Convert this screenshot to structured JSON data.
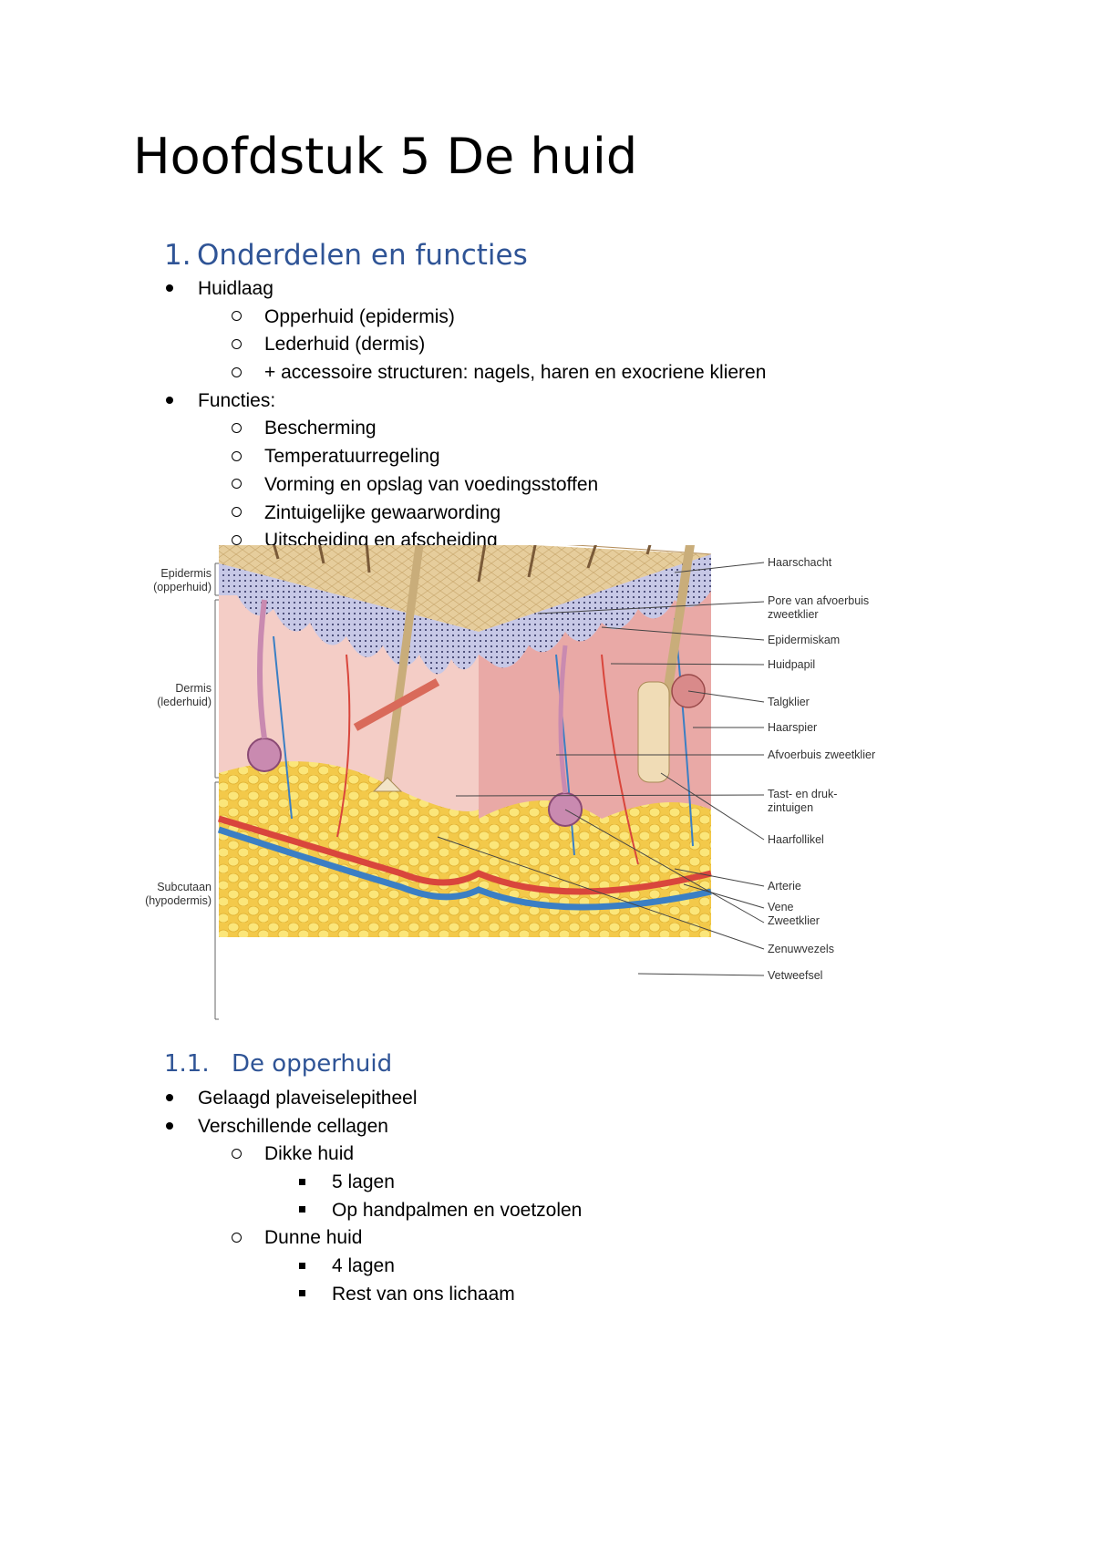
{
  "title": "Hoofdstuk 5 De huid",
  "section1": {
    "number": "1.",
    "heading": "Onderdelen en functies",
    "items": [
      {
        "text": "Huidlaag",
        "level": 1
      },
      {
        "text": "Opperhuid (epidermis)",
        "level": 2
      },
      {
        "text": "Lederhuid (dermis)",
        "level": 2
      },
      {
        "text": "+ accessoire structuren: nagels, haren en exocriene klieren",
        "level": 2
      },
      {
        "text": "Functies:",
        "level": 1
      },
      {
        "text": "Bescherming",
        "level": 2
      },
      {
        "text": "Temperatuurregeling",
        "level": 2
      },
      {
        "text": "Vorming en opslag van voedingsstoffen",
        "level": 2
      },
      {
        "text": "Zintuigelijke gewaarwording",
        "level": 2
      },
      {
        "text": "Uitscheiding en afscheiding",
        "level": 2
      }
    ]
  },
  "figure": {
    "left_labels": {
      "epidermis": [
        "Epidermis",
        "(opperhuid)"
      ],
      "dermis": [
        "Dermis",
        "(lederhuid)"
      ],
      "subcutaan": [
        "Subcutaan",
        "(hypodermis)"
      ]
    },
    "right_labels": [
      "Haarschacht",
      "Pore van afvoerbuis",
      "zweetklier",
      "Epidermiskam",
      "Huidpapil",
      "Talgklier",
      "Haarspier",
      "Afvoerbuis zweetklier",
      "Tast- en druk-",
      "zintuigen",
      "Haarfollikel",
      "Arterie",
      "Vene",
      "Zweetklier",
      "Zenuwvezels",
      "Vetweefsel"
    ]
  },
  "section11": {
    "number": "1.1.",
    "heading": "De opperhuid",
    "items": [
      {
        "text": "Gelaagd plaveiselepitheel",
        "level": 1
      },
      {
        "text": "Verschillende cellagen",
        "level": 1
      },
      {
        "text": "Dikke huid",
        "level": 2
      },
      {
        "text": "5 lagen",
        "level": 3
      },
      {
        "text": "Op handpalmen en voetzolen",
        "level": 3
      },
      {
        "text": "Dunne huid",
        "level": 2
      },
      {
        "text": "4 lagen",
        "level": 3
      },
      {
        "text": "Rest van ons lichaam",
        "level": 3
      }
    ]
  },
  "colors": {
    "heading": "#2f5496",
    "skin_surface": "#e8cfa4",
    "dermis": "#f2c4c0",
    "fat": "#f7dc5a",
    "artery": "#d9463c",
    "vein": "#3b7fc4"
  }
}
